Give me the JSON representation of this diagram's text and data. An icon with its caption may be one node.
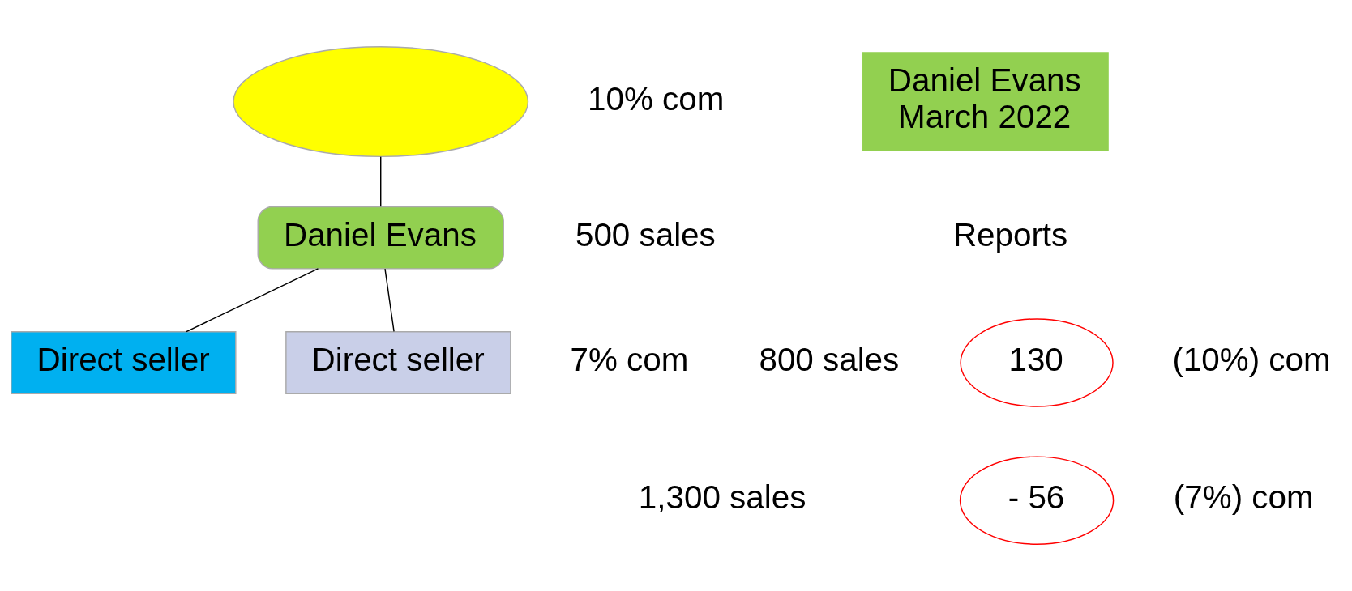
{
  "diagram": {
    "nodes": [
      {
        "text": [],
        "shape": "ellipse"
      },
      {
        "text": [
          "Daniel Evans"
        ]
      },
      {
        "text": [
          "Direct seller"
        ]
      },
      {
        "text": [
          "Direct seller"
        ]
      },
      {
        "text": [
          "Daniel Evans",
          "March 2022"
        ]
      },
      {
        "text": [
          "130"
        ]
      },
      {
        "text": [
          "- 56"
        ]
      }
    ],
    "edges": [
      {
        "from": 0,
        "to": 1,
        "arrow": "none"
      },
      {
        "from": 1,
        "to": 2,
        "arrow": "none"
      },
      {
        "from": 1,
        "to": 3,
        "arrow": "none"
      }
    ],
    "labels": [
      "10% com",
      "7% com",
      "500 sales",
      "800 sales",
      "1,300 sales",
      "Reports",
      "(10%) com",
      "(7%) com"
    ]
  }
}
